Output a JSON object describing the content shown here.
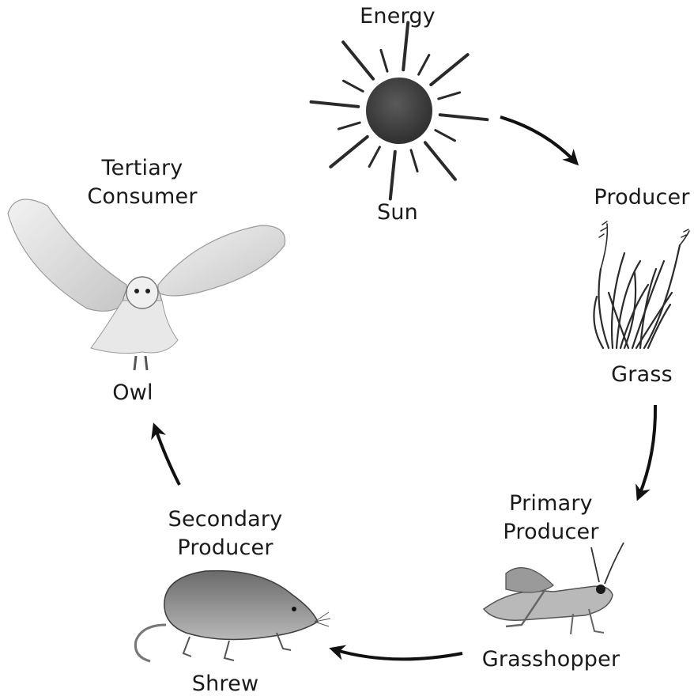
{
  "diagram": {
    "energy_label": "Energy",
    "sun": {
      "name": "Sun",
      "icon": "sun-icon"
    },
    "producer": {
      "role": "Producer",
      "name": "Grass",
      "icon": "grass-icon"
    },
    "primary": {
      "role_line1": "Primary",
      "role_line2": "Producer",
      "name": "Grasshopper",
      "icon": "grasshopper-icon"
    },
    "secondary": {
      "role_line1": "Secondary",
      "role_line2": "Producer",
      "name": "Shrew",
      "icon": "shrew-icon"
    },
    "tertiary": {
      "role_line1": "Tertiary",
      "role_line2": "Consumer",
      "name": "Owl",
      "icon": "owl-icon"
    }
  }
}
